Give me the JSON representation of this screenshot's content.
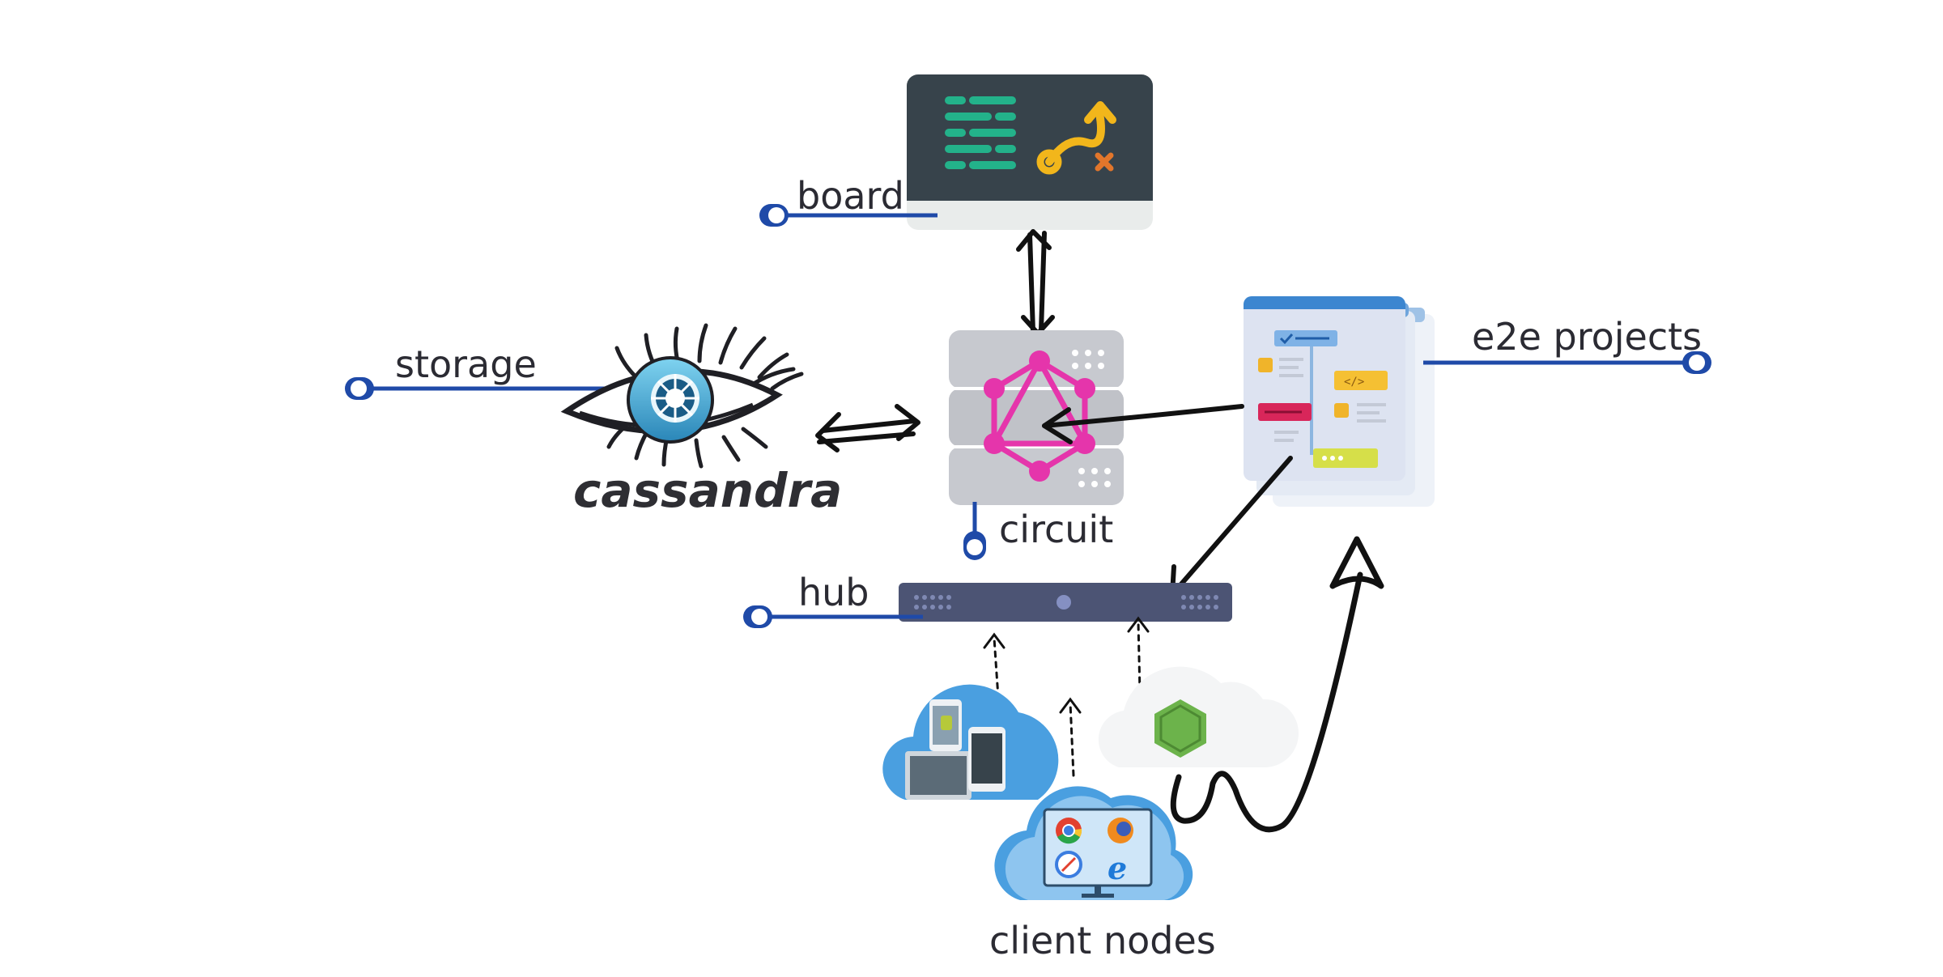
{
  "labels": {
    "board": "board",
    "storage": "storage",
    "circuit": "circuit",
    "e2e_projects": "e2e projects",
    "hub": "hub",
    "client_nodes": "client nodes"
  },
  "logos": {
    "cassandra": "cassandra"
  },
  "icons": {
    "board": "dashboard-monitor-icon",
    "storage": "cassandra-eye-icon",
    "circuit": "graphql-server-icon",
    "e2e_projects": "project-documents-icon",
    "hub": "network-hub-icon",
    "mobile_cloud": "mobile-devices-cloud-icon",
    "browser_cloud": "browsers-cloud-icon",
    "node_cloud": "nodejs-cloud-icon"
  },
  "colors": {
    "connector": "#1f4aa8",
    "arrow": "#111111",
    "graphql": "#e535ab",
    "board_bg": "#37434b",
    "hub_bg": "#4c5474",
    "cloud": "#4a9fe0",
    "nodejs": "#6cb34b"
  }
}
